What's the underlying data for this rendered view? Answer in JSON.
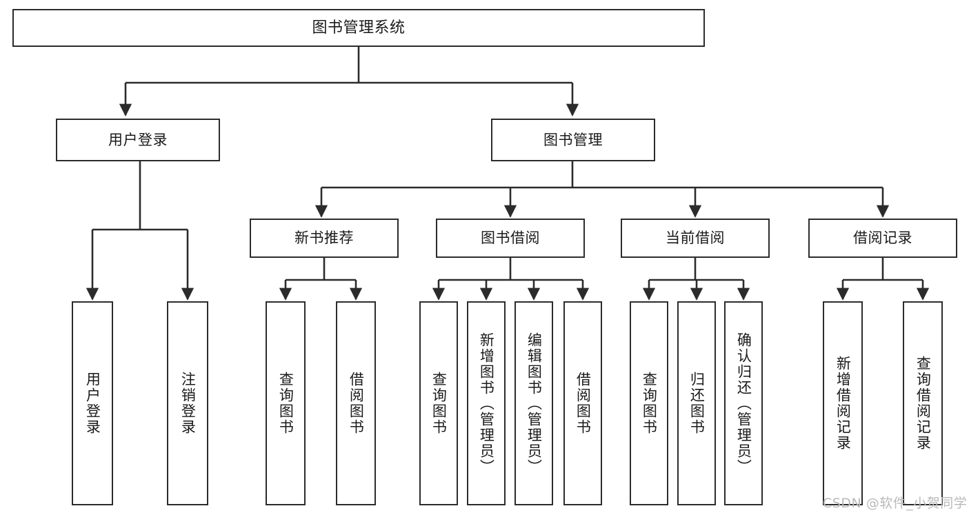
{
  "diagram": {
    "title": "图书管理系统",
    "type": "tree",
    "root": {
      "label": "图书管理系统"
    },
    "level2": [
      {
        "label": "用户登录"
      },
      {
        "label": "图书管理"
      }
    ],
    "level3": [
      {
        "label": "新书推荐"
      },
      {
        "label": "图书借阅"
      },
      {
        "label": "当前借阅"
      },
      {
        "label": "借阅记录"
      }
    ],
    "leaves": {
      "user_login": [
        {
          "label": "用户登录"
        },
        {
          "label": "注销登录"
        }
      ],
      "new_book": [
        {
          "label": "查询图书"
        },
        {
          "label": "借阅图书"
        }
      ],
      "book_borrow": [
        {
          "label": "查询图书"
        },
        {
          "label": "新增图书（管理员）"
        },
        {
          "label": "编辑图书（管理员）"
        },
        {
          "label": "借阅图书"
        }
      ],
      "current_borrow": [
        {
          "label": "查询图书"
        },
        {
          "label": "归还图书"
        },
        {
          "label": "确认归还（管理员）"
        }
      ],
      "borrow_record": [
        {
          "label": "新增借阅记录"
        },
        {
          "label": "查询借阅记录"
        }
      ]
    }
  },
  "watermark": {
    "text": "CSDN @软件_小贺同学"
  },
  "colors": {
    "stroke": "#2b2b2b",
    "background": "#ffffff",
    "text": "#1a1a1a",
    "watermark": "#b9b9b9"
  }
}
